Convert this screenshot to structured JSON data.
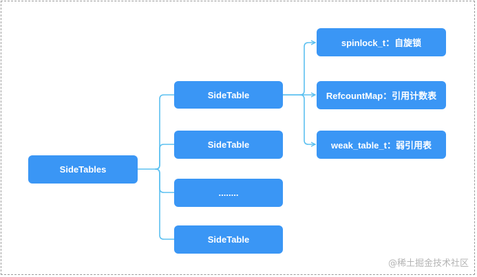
{
  "root": {
    "label": "SideTables"
  },
  "tables": [
    {
      "label": "SideTable"
    },
    {
      "label": "SideTable"
    },
    {
      "label": "........"
    },
    {
      "label": "SideTable"
    }
  ],
  "fields": [
    {
      "label": "spinlock_t：自旋锁"
    },
    {
      "label": "RefcountMap：引用计数表"
    },
    {
      "label": "weak_table_t：弱引用表"
    }
  ],
  "watermark": "@稀土掘金技术社区",
  "colors": {
    "node_fill": "#3a96f5",
    "connector": "#5bc0f0",
    "border_dash": "#9a9a9a"
  }
}
